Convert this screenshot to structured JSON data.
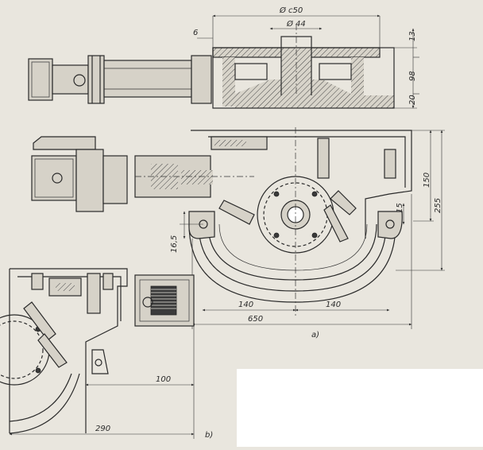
{
  "top_view": {
    "dim_total_width": "Ø c50",
    "dim_shaft": "Ø 44",
    "dim_small": "6",
    "dim_height_top": "13",
    "dim_height_main": "98",
    "dim_height_base": "20"
  },
  "view_a": {
    "label": "a)",
    "dim_width_total": "650",
    "dim_left": "140",
    "dim_right": "140",
    "dim_height_150": "150",
    "dim_height_255": "255",
    "dim_height_15": "15",
    "dim_height_16_5": "16,5"
  },
  "view_b": {
    "label": "b)",
    "dim_100": "100",
    "dim_290": "290"
  }
}
